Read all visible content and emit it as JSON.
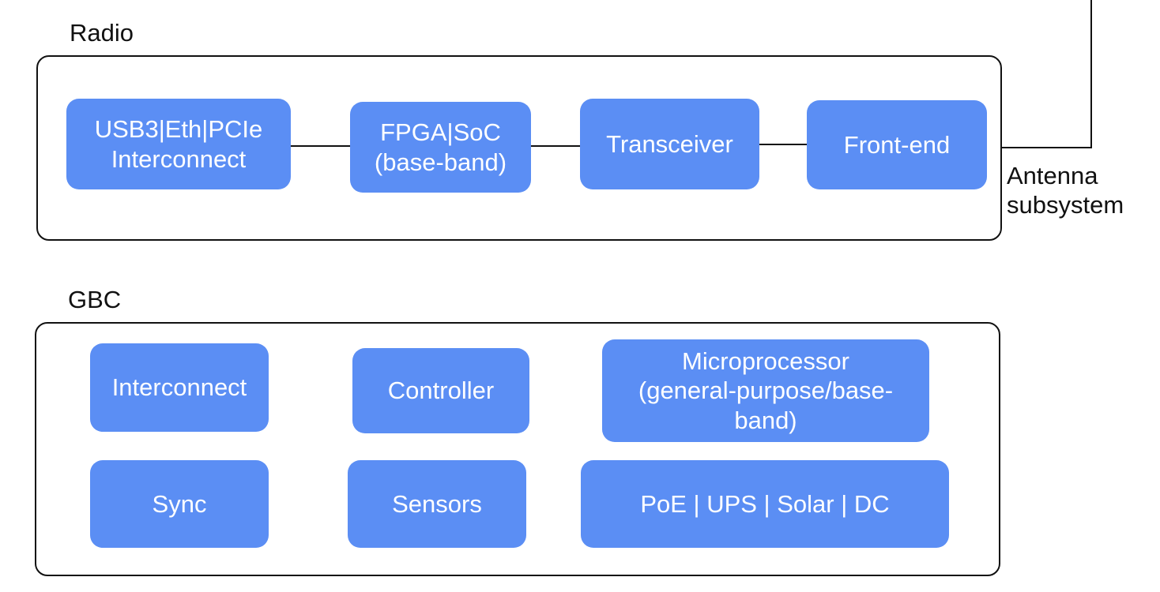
{
  "colors": {
    "block_fill": "#5b8ef4",
    "block_text": "#ffffff",
    "line": "#111111",
    "background": "#ffffff"
  },
  "radio": {
    "title": "Radio",
    "blocks": {
      "interconnect": "USB3|Eth|PCIe\nInterconnect",
      "fpga": "FPGA|SoC\n(base-band)",
      "transceiver": "Transceiver",
      "frontend": "Front-end"
    }
  },
  "antenna": {
    "label": "Antenna\nsubsystem"
  },
  "gbc": {
    "title": "GBC",
    "blocks": {
      "interconnect": "Interconnect",
      "controller": "Controller",
      "microprocessor": "Microprocessor\n(general-purpose/base-\nband)",
      "sync": "Sync",
      "sensors": "Sensors",
      "power": "PoE | UPS | Solar | DC"
    }
  }
}
